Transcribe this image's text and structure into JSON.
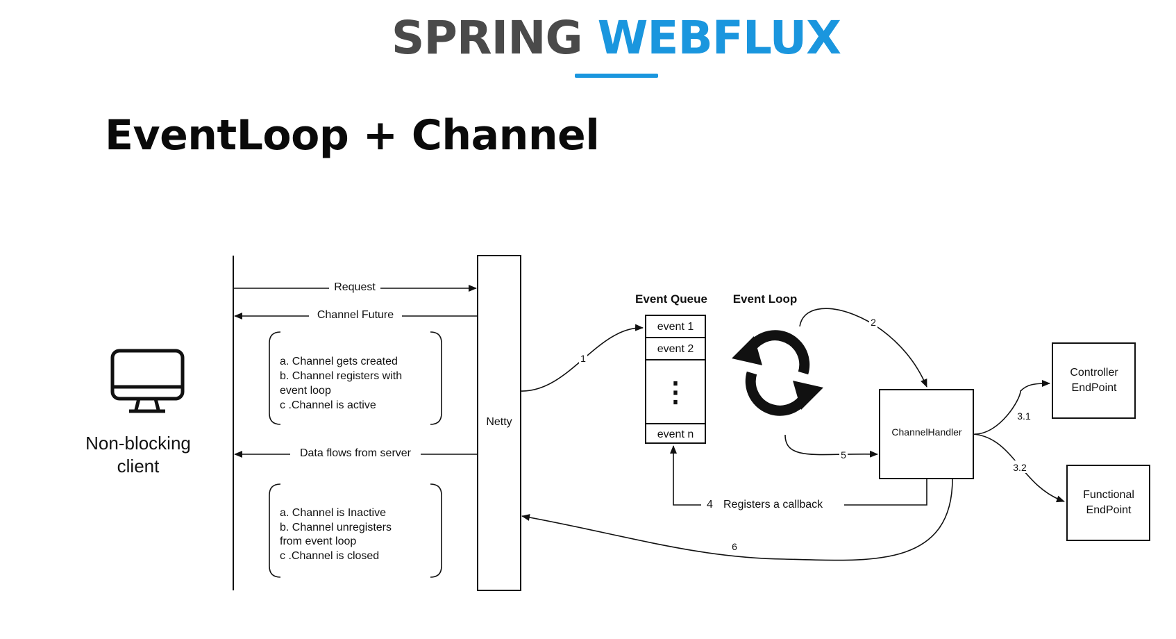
{
  "brand": {
    "word1": "SPRING",
    "word2": "WEBFLUX",
    "accent": "#1a96de",
    "dark": "#4a4a4a"
  },
  "slide": {
    "title": "EventLoop + Channel"
  },
  "diagram": {
    "client": {
      "icon": "monitor-icon",
      "label_line1": "Non-blocking",
      "label_line2": "client"
    },
    "messages": {
      "request": "Request",
      "channel_future": "Channel Future",
      "data_flows": "Data flows from server"
    },
    "notes_top": [
      "a. Channel gets created",
      "b. Channel registers with",
      "event loop",
      "c .Channel is active"
    ],
    "notes_bottom": [
      "a. Channel is Inactive",
      "b. Channel unregisters",
      "from event loop",
      "c .Channel is closed"
    ],
    "netty": "Netty",
    "event_queue": {
      "title": "Event Queue",
      "events": [
        "event 1",
        "event 2",
        "event n"
      ],
      "ellipsis": "⋮"
    },
    "event_loop": {
      "title": "Event Loop",
      "icon": "refresh-icon"
    },
    "channel_handler": "ChannelHandler",
    "controller": {
      "line1": "Controller",
      "line2": "EndPoint"
    },
    "functional": {
      "line1": "Functional",
      "line2": "EndPoint"
    },
    "steps": {
      "s1": "1",
      "s2": "2",
      "s31": "3.1",
      "s32": "3.2",
      "s4": "4",
      "s4_label": "Registers a callback",
      "s5": "5",
      "s6": "6"
    }
  }
}
